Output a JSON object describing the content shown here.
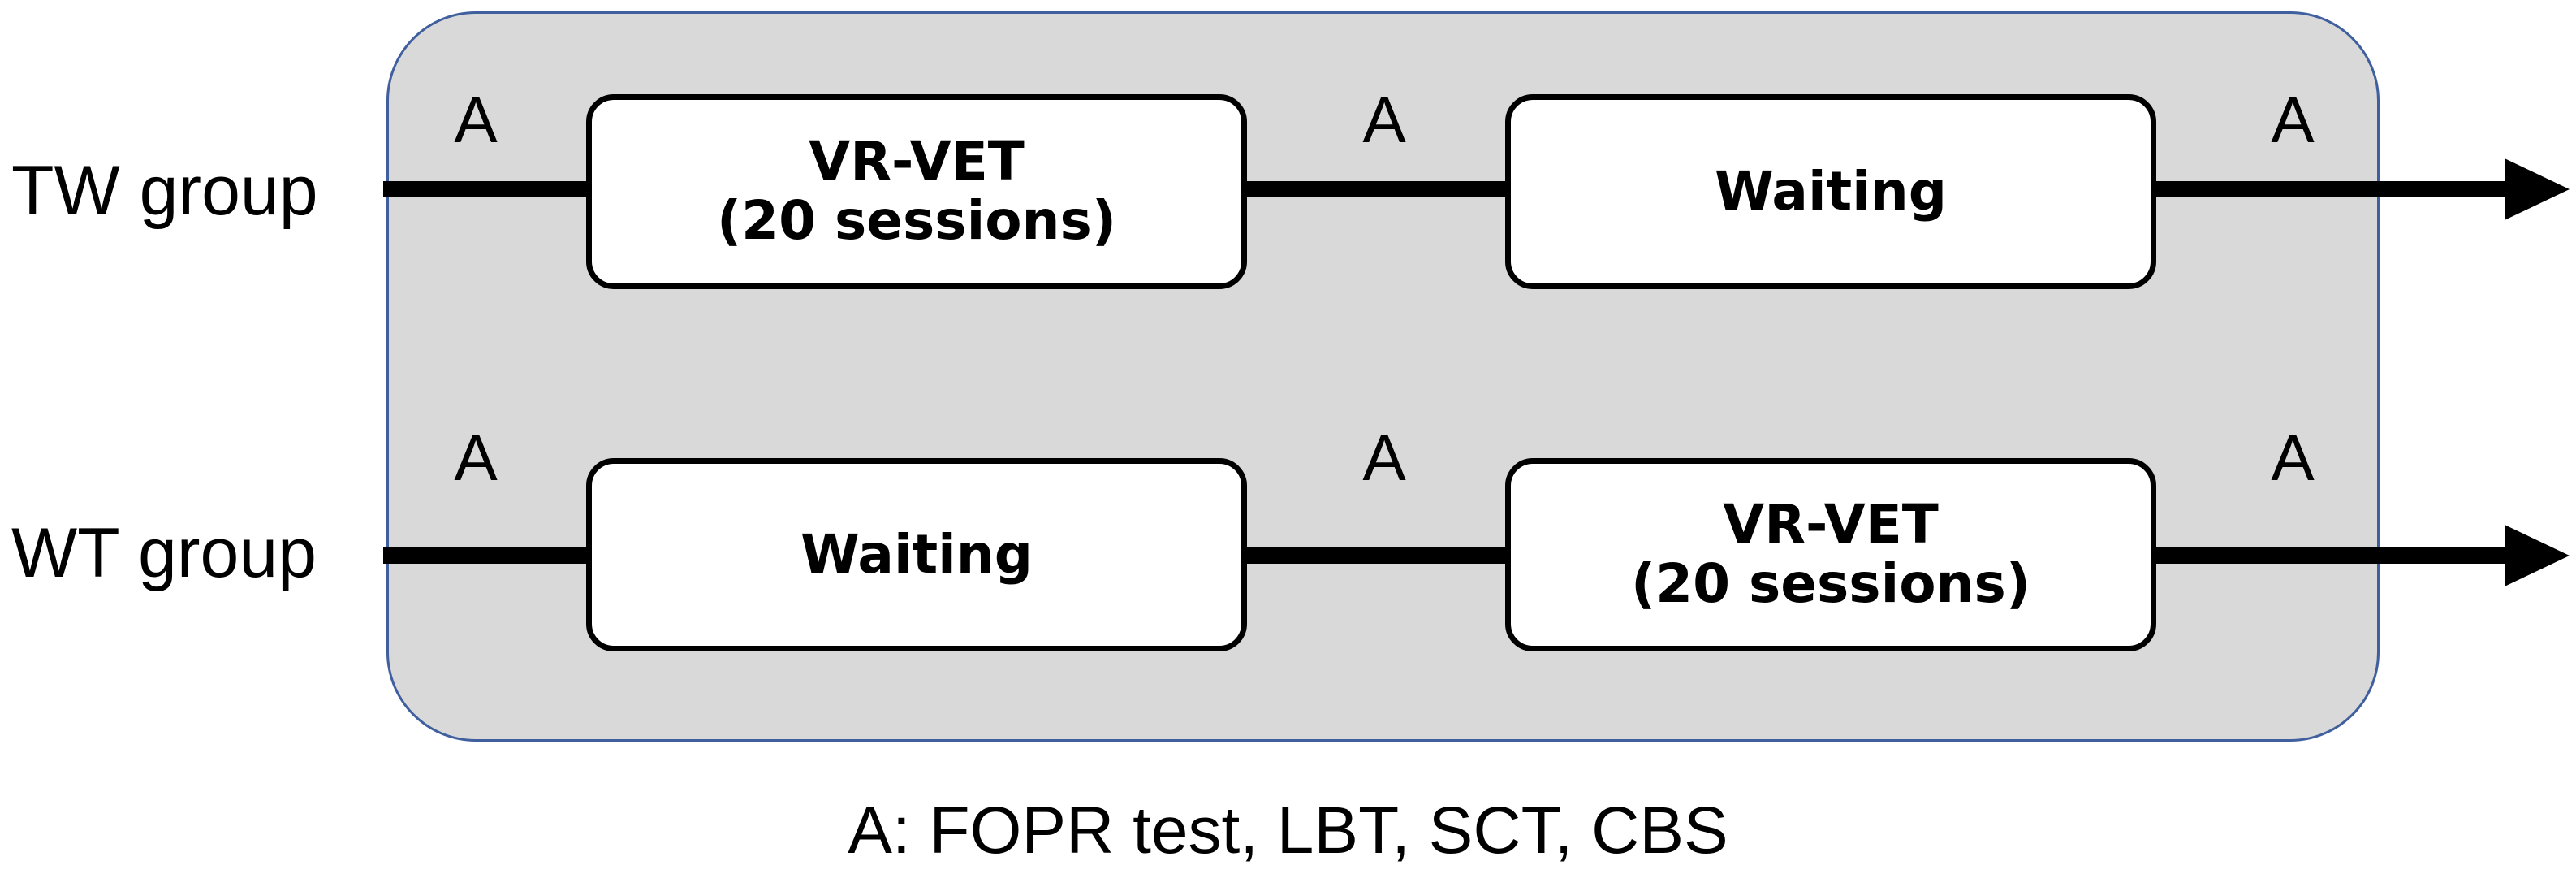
{
  "groups": [
    {
      "label": "TW group",
      "assessment": "A",
      "steps": [
        {
          "line1": "VR-VET",
          "line2": "(20 sessions)"
        },
        {
          "line1": "Waiting",
          "line2": ""
        }
      ]
    },
    {
      "label": "WT group",
      "assessment": "A",
      "steps": [
        {
          "line1": "Waiting",
          "line2": ""
        },
        {
          "line1": "VR-VET",
          "line2": "(20 sessions)"
        }
      ]
    }
  ],
  "legend": "A: FOPR test, LBT, SCT, CBS",
  "colors": {
    "panel_fill": "#d9d9d9",
    "panel_border": "#3f5f9e",
    "box_fill": "#ffffff",
    "line": "#000000"
  }
}
